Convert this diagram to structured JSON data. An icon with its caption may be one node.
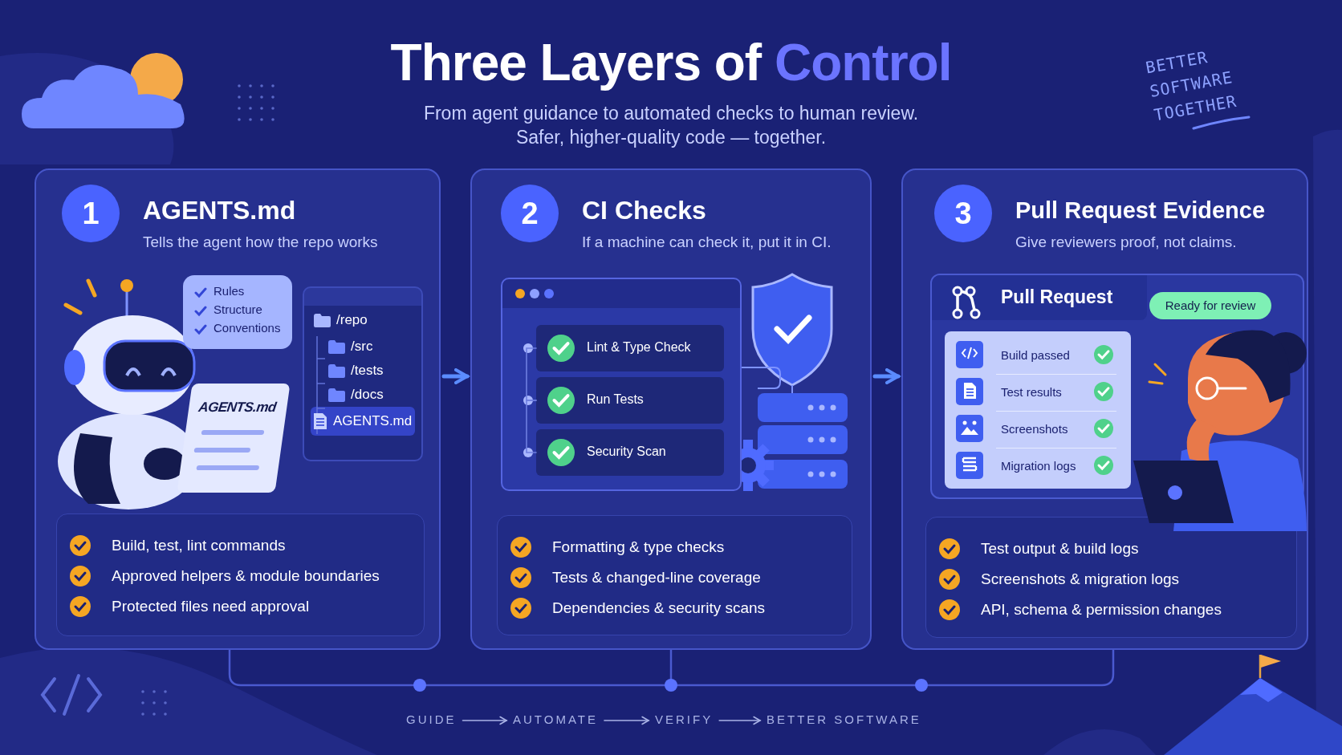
{
  "diagram": {
    "title": "Three Layers of Control",
    "nodes": [
      {
        "text": [
          "AGENTS.md",
          "Tells the agent how the repo works"
        ]
      },
      {
        "text": [
          "1"
        ],
        "in": 0
      },
      {
        "text": [
          "Rules",
          "Structure",
          "Conventions"
        ],
        "in": 0
      },
      {
        "text": [
          "AGENTS.md"
        ],
        "in": 0
      },
      {
        "text": [
          "/repo",
          "/src",
          "/tests",
          "/docs",
          "AGENTS.md"
        ],
        "in": 0
      },
      {
        "text": [
          "Build, test, lint commands",
          "Approved helpers & module boundaries",
          "Protected files need approval"
        ],
        "in": 0
      },
      {
        "text": [
          "CI Checks",
          "If a machine can check it, put it in CI."
        ]
      },
      {
        "text": [
          "2"
        ],
        "in": 6
      },
      {
        "text": [],
        "shape": "box",
        "in": 6
      },
      {
        "text": [
          "Lint & Type Check"
        ],
        "in": 8
      },
      {
        "text": [
          "Run Tests"
        ],
        "in": 8
      },
      {
        "text": [
          "Security Scan"
        ],
        "in": 8
      },
      {
        "text": [
          "Formatting & type checks",
          "Tests & changed-line coverage",
          "Dependencies & security scans"
        ],
        "in": 6
      },
      {
        "text": [
          "Pull Request Evidence",
          "Give reviewers proof, not claims."
        ]
      },
      {
        "text": [
          "3"
        ],
        "in": 13
      },
      {
        "text": [
          "Pull Request"
        ],
        "in": 13
      },
      {
        "text": [
          "Ready for review"
        ],
        "in": 15
      },
      {
        "text": [
          "Build passed",
          "Test results",
          "Screenshots",
          "Migration logs"
        ],
        "in": 15
      },
      {
        "text": [
          "Test output & build logs",
          "Screenshots & migration logs",
          "API, schema & permission changes"
        ],
        "in": 13
      },
      {
        "text": [
          "GUIDE"
        ]
      },
      {
        "text": [
          "AUTOMATE"
        ]
      },
      {
        "text": [
          "VERIFY"
        ]
      },
      {
        "text": [
          "BETTER SOFTWARE"
        ]
      },
      {
        "text": [],
        "shape": "person",
        "in": 13
      }
    ],
    "edges": [
      {
        "from": 0,
        "to": 6,
        "arrow": "to",
        "style": "thick",
        "color": "#5b8cff"
      },
      {
        "from": 6,
        "to": 13,
        "arrow": "to",
        "style": "thick",
        "color": "#5b8cff"
      },
      {
        "from": 19,
        "to": 20,
        "arrow": "to"
      },
      {
        "from": 20,
        "to": 21,
        "arrow": "to"
      },
      {
        "from": 21,
        "to": 22,
        "arrow": "to"
      },
      {
        "from": 9,
        "to": 10,
        "arrow": "none",
        "color": "#6f7fe0"
      },
      {
        "from": 10,
        "to": 11,
        "arrow": "none",
        "color": "#6f7fe0"
      }
    ],
    "labels": [
      "From agent guidance to automated checks to human review.",
      "Safer, higher-quality code — together.",
      "BETTER SOFTWARE TOGETHER"
    ]
  }
}
